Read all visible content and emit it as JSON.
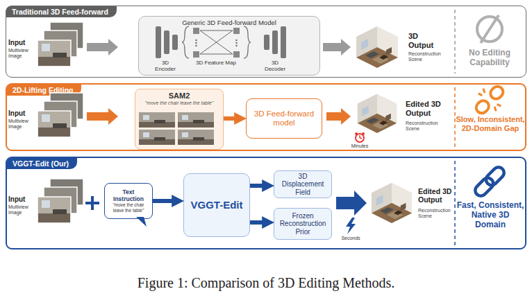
{
  "diagram": {
    "caption": "Figure 1: Comparison of 3D Editing Methods.",
    "nodes": [
      {
        "text": [
          "Traditional 3D Feed-forward"
        ]
      },
      {
        "text": [
          "Generic 3D Feed-forward Model"
        ],
        "in": 0
      },
      {
        "text": [
          "2D-Lifting Editing"
        ]
      },
      {
        "text": [
          "SAM2",
          "\"move the chair leave the table\""
        ],
        "in": 2
      },
      {
        "text": [
          "3D Feed-forward model"
        ],
        "in": 2
      },
      {
        "text": [
          "VGGT-Edit (Our)"
        ]
      },
      {
        "text": [
          "Text Instruction",
          "\"move the chair leave the table\""
        ],
        "in": 5
      },
      {
        "text": [
          "VGGT-Edit"
        ],
        "in": 5
      },
      {
        "text": [
          "3D Displacement Field"
        ],
        "in": 5
      },
      {
        "text": [
          "Frozen Reconstruction Prior"
        ],
        "in": 5
      }
    ],
    "edges": [
      {
        "from": 3,
        "to": 4,
        "arrow": "to"
      },
      {
        "from": 6,
        "to": 7,
        "arrow": "to"
      },
      {
        "from": 7,
        "to": 8,
        "arrow": "to"
      },
      {
        "from": 7,
        "to": 9,
        "arrow": "to"
      }
    ],
    "labels": [
      "Input",
      "Multiview Image",
      "3D Encoder",
      "3D Feature Map",
      "3D Decoder",
      "3D Output",
      "Reconstruction Scene",
      "No Editing Capability",
      "Input",
      "Multiview Image",
      "Edited 3D Output",
      "Reconstruction Scene",
      "Minutes",
      "Slow, Inconsistent, 2D-Domain Gap",
      "Input",
      "Multiview Image",
      "Edited 3D Output",
      "Reconstruction Scene",
      "Seconds",
      "Fast, Consistent, Native 3D Domain"
    ]
  }
}
